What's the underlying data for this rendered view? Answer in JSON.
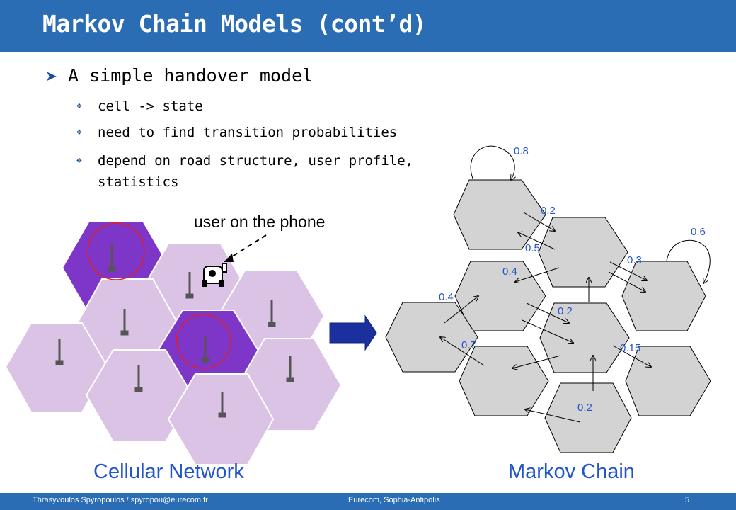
{
  "title": "Markov Chain Models (cont’d)",
  "bullet": {
    "text": "A simple handover model",
    "items": [
      "cell -> state",
      "need to find transition probabilities",
      "depend on road structure, user profile,",
      "statistics"
    ]
  },
  "callout": "user on the phone",
  "captions": {
    "left": "Cellular Network",
    "right": "Markov Chain"
  },
  "probabilities": [
    "0.8",
    "0.2",
    "0.5",
    "0.6",
    "0.3",
    "0.4",
    "0.4",
    "0.2",
    "0.7",
    "0.15",
    "0.2"
  ],
  "footer": {
    "author": "Thrasyvoulos Spyropoulos / spyropou@eurecom.fr",
    "center": "Eurecom, Sophia-Antipolis",
    "page": "5"
  },
  "colors": {
    "title_bar": "#2a6db5",
    "caption": "#2255cc",
    "cell_light": "#dbc3e6",
    "cell_highlight": "#7d36c8",
    "state_fill": "#d3d3d3",
    "prob_text": "#2255cc"
  },
  "icons": [
    "bullet-arrow-icon",
    "diamond-bullet-icon",
    "antenna-icon",
    "car-icon",
    "right-arrow-icon"
  ]
}
